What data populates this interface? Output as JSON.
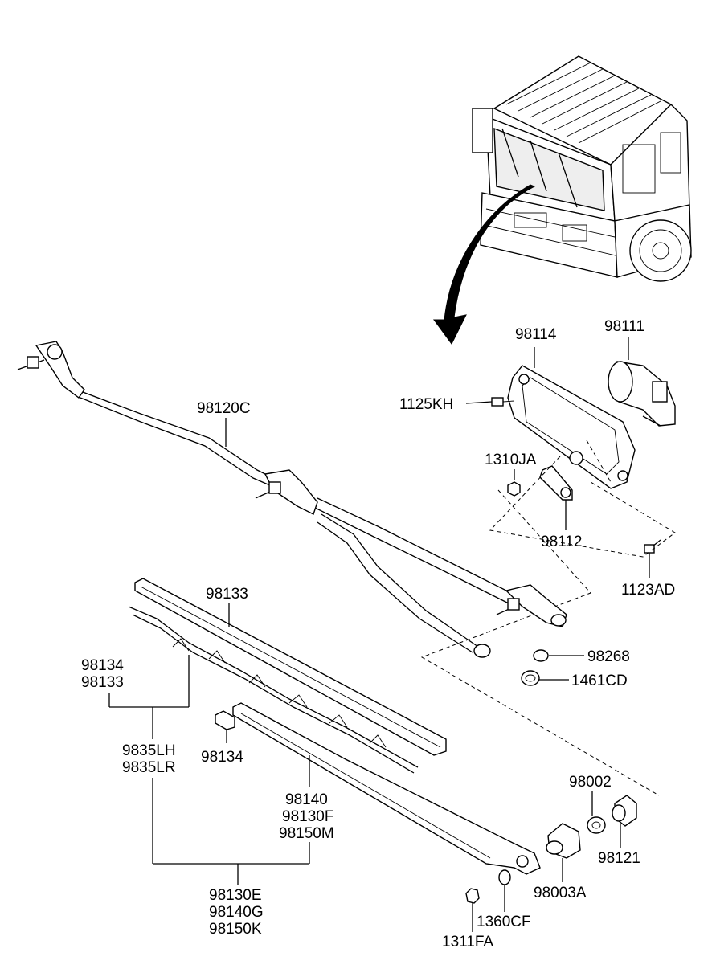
{
  "labels": {
    "p98114": "98114",
    "p98111": "98111",
    "p98120C": "98120C",
    "p1125KH": "1125KH",
    "p1310JA": "1310JA",
    "p98112": "98112",
    "p1123AD": "1123AD",
    "p98133_top": "98133",
    "p98268": "98268",
    "p1461CD": "1461CD",
    "g98134": "98134",
    "g98133": "98133",
    "p9835LH": "9835LH",
    "p9835LR": "9835LR",
    "p98134": "98134",
    "p98140": "98140",
    "p98130F": "98130F",
    "p98150M": "98150M",
    "p98002": "98002",
    "p98121": "98121",
    "p98003A": "98003A",
    "p1360CF": "1360CF",
    "p1311FA": "1311FA",
    "p98130E": "98130E",
    "p98140G": "98140G",
    "p98150K": "98150K"
  }
}
